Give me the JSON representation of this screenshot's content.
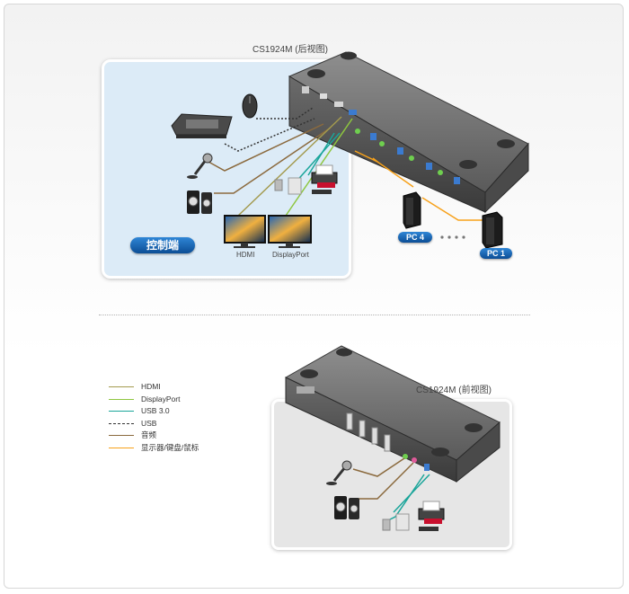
{
  "rear_title": "CS1924M (后视图)",
  "front_title": "CS1924M (前视图)",
  "console_label": "控制端",
  "monitor_labels": {
    "hdmi": "HDMI",
    "displayport": "DisplayPort"
  },
  "pc_labels": {
    "pc4": "PC 4",
    "pc1": "PC 1"
  },
  "legend": [
    {
      "label": "HDMI",
      "color": "#a39a4e",
      "style": "solid"
    },
    {
      "label": "DisplayPort",
      "color": "#8ec63f",
      "style": "solid"
    },
    {
      "label": "USB 3.0",
      "color": "#1aa59a",
      "style": "solid"
    },
    {
      "label": "USB",
      "color": "#333333",
      "style": "dashed"
    },
    {
      "label": "音频",
      "color": "#8b6a3e",
      "style": "solid"
    },
    {
      "label": "显示器/键盘/鼠标",
      "color": "#f7a11a",
      "style": "solid"
    }
  ]
}
